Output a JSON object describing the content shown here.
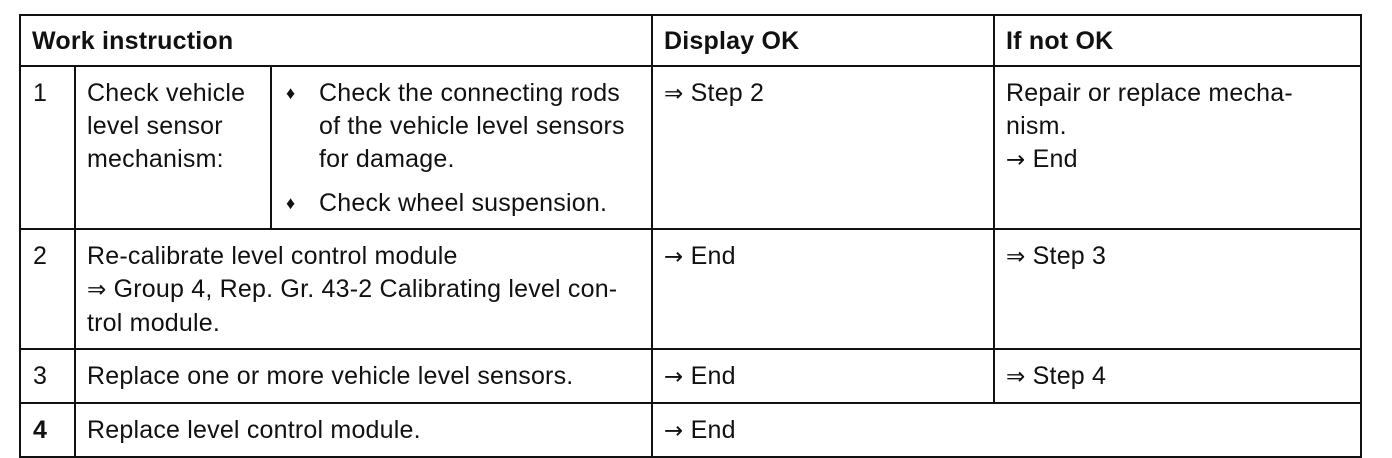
{
  "table": {
    "headers": {
      "work_instruction": "Work instruction",
      "display_ok": "Display OK",
      "if_not_ok": "If not OK"
    },
    "rows": [
      {
        "num": "1",
        "title_lines": [
          "Check vehicle",
          "level sensor",
          "mechanism:"
        ],
        "bullets": [
          {
            "symbol": "♦",
            "lines": [
              "Check the connecting rods",
              "of the vehicle level sensors",
              "for damage."
            ]
          },
          {
            "symbol": "♦",
            "lines": [
              "Check wheel suspension."
            ]
          }
        ],
        "display_ok": {
          "arrow": "⇒",
          "text": "Step 2"
        },
        "if_not_ok": {
          "lines": [
            "Repair or replace mecha-",
            "nism."
          ],
          "arrow": "→",
          "text": "End"
        }
      },
      {
        "num": "2",
        "line1": "Re-calibrate level control module",
        "arrow": "⇒",
        "line2": "Group 4, Rep. Gr. 43-2 Calibrating level con-",
        "line3": "trol module.",
        "display_ok": {
          "arrow": "→",
          "text": "End"
        },
        "if_not_ok": {
          "arrow": "⇒",
          "text": "Step 3"
        }
      },
      {
        "num": "3",
        "text": "Replace one or more vehicle level sensors.",
        "display_ok": {
          "arrow": "→",
          "text": "End"
        },
        "if_not_ok": {
          "arrow": "⇒",
          "text": "Step 4"
        }
      },
      {
        "num": "4",
        "text": "Replace level control module.",
        "display_ok": {
          "arrow": "→",
          "text": "End"
        }
      }
    ]
  }
}
